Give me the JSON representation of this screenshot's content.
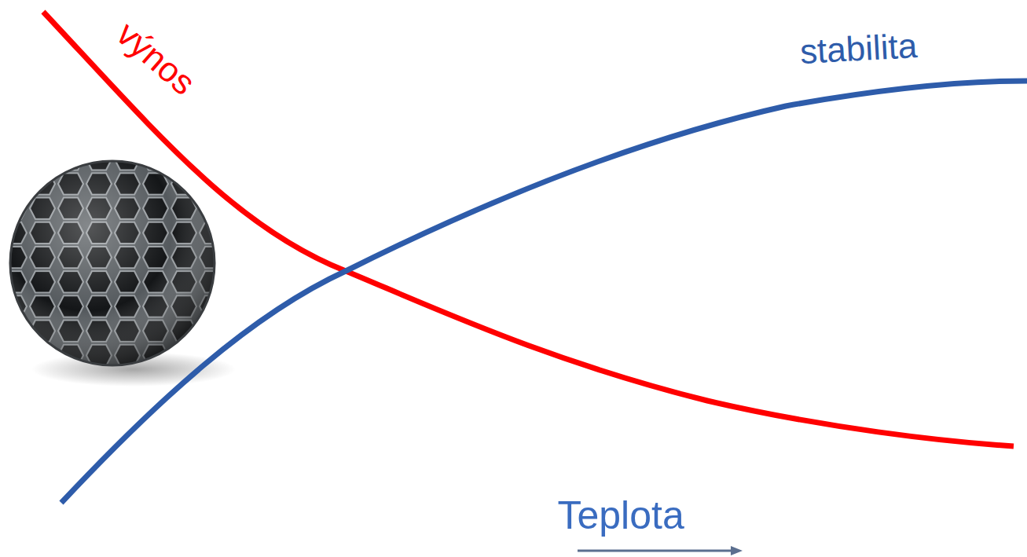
{
  "diagram": {
    "labels": [
      "výnos",
      "stabilita",
      "Teplota"
    ]
  }
}
